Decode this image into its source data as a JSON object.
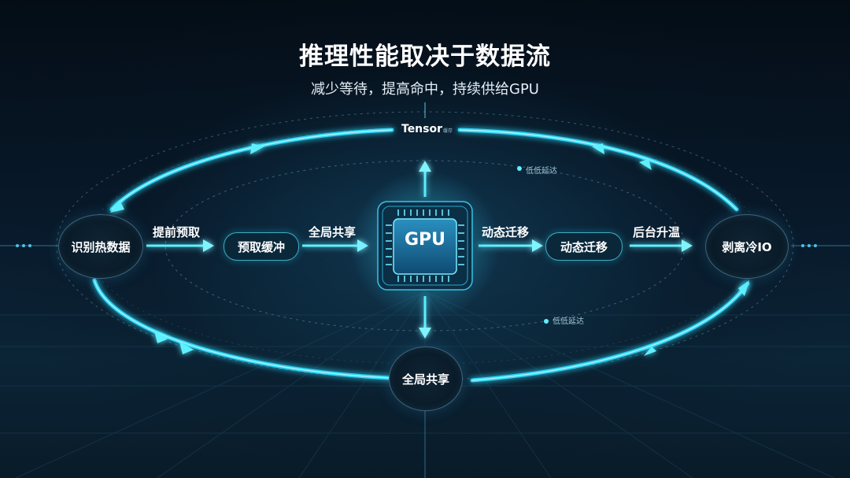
{
  "title": "推理性能取决于数据流",
  "subtitle": "减少等待，提高命中，持续供给GPU",
  "nodes": {
    "identify_hot": "识别热数据",
    "prefetch_cache": "预取缓冲",
    "gpu": "GPU",
    "dynamic_migration": "动态迁移",
    "strip_io": "剥离冷IO",
    "global_share_bottom": "全局共享",
    "tensor": "Tensor",
    "tensor_suffix": "缓存"
  },
  "edges": {
    "prefetch": "提前预取",
    "global_share": "全局共享",
    "dynamic_migration": "动态迁移",
    "background_warmup": "后台升温"
  },
  "annotations": {
    "low_latency_top": "低低延达",
    "low_latency_bottom": "低低延达"
  },
  "colors": {
    "accent": "#3fe6ff",
    "ring_glow": "#27c9f0",
    "background": "#06111c"
  }
}
